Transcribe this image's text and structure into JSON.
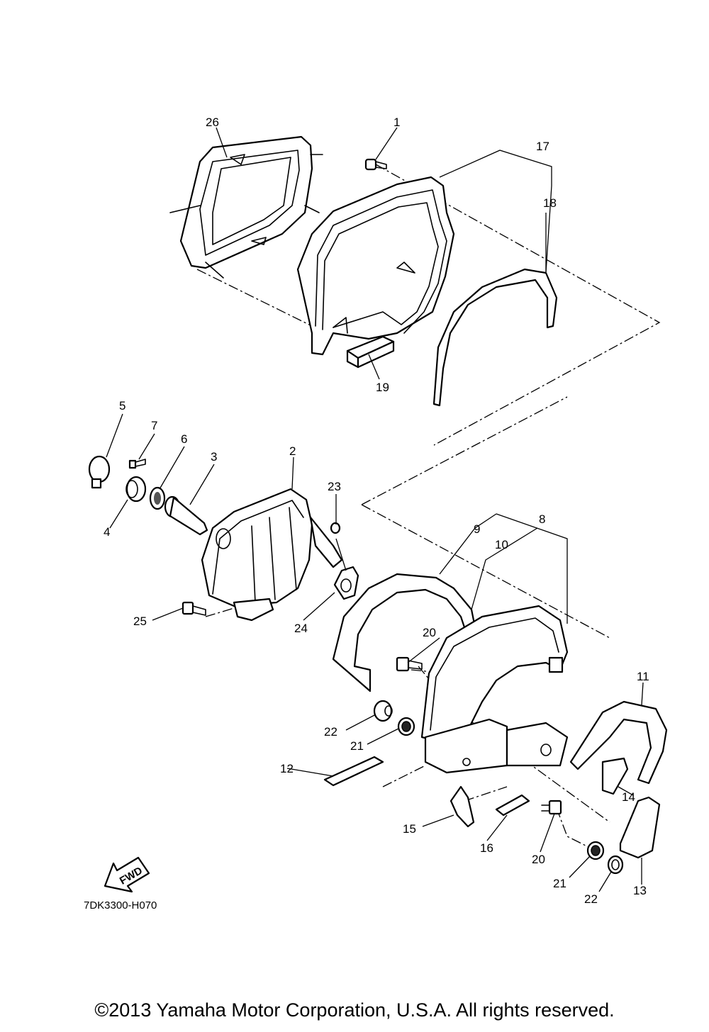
{
  "diagram_code": "7DK3300-H070",
  "fwd_arrow_label": "FWD",
  "copyright": "©2013 Yamaha Motor Corporation, U.S.A. All rights reserved.",
  "callouts": {
    "c1": "1",
    "c2": "2",
    "c3": "3",
    "c4": "4",
    "c5": "5",
    "c6": "6",
    "c7": "7",
    "c8": "8",
    "c9": "9",
    "c10": "10",
    "c11": "11",
    "c12": "12",
    "c13": "13",
    "c14": "14",
    "c15": "15",
    "c16": "16",
    "c17": "17",
    "c18": "18",
    "c19": "19",
    "c20a": "20",
    "c20b": "20",
    "c21a": "21",
    "c21b": "21",
    "c22a": "22",
    "c22b": "22",
    "c23": "23",
    "c24": "24",
    "c25": "25",
    "c26": "26"
  }
}
